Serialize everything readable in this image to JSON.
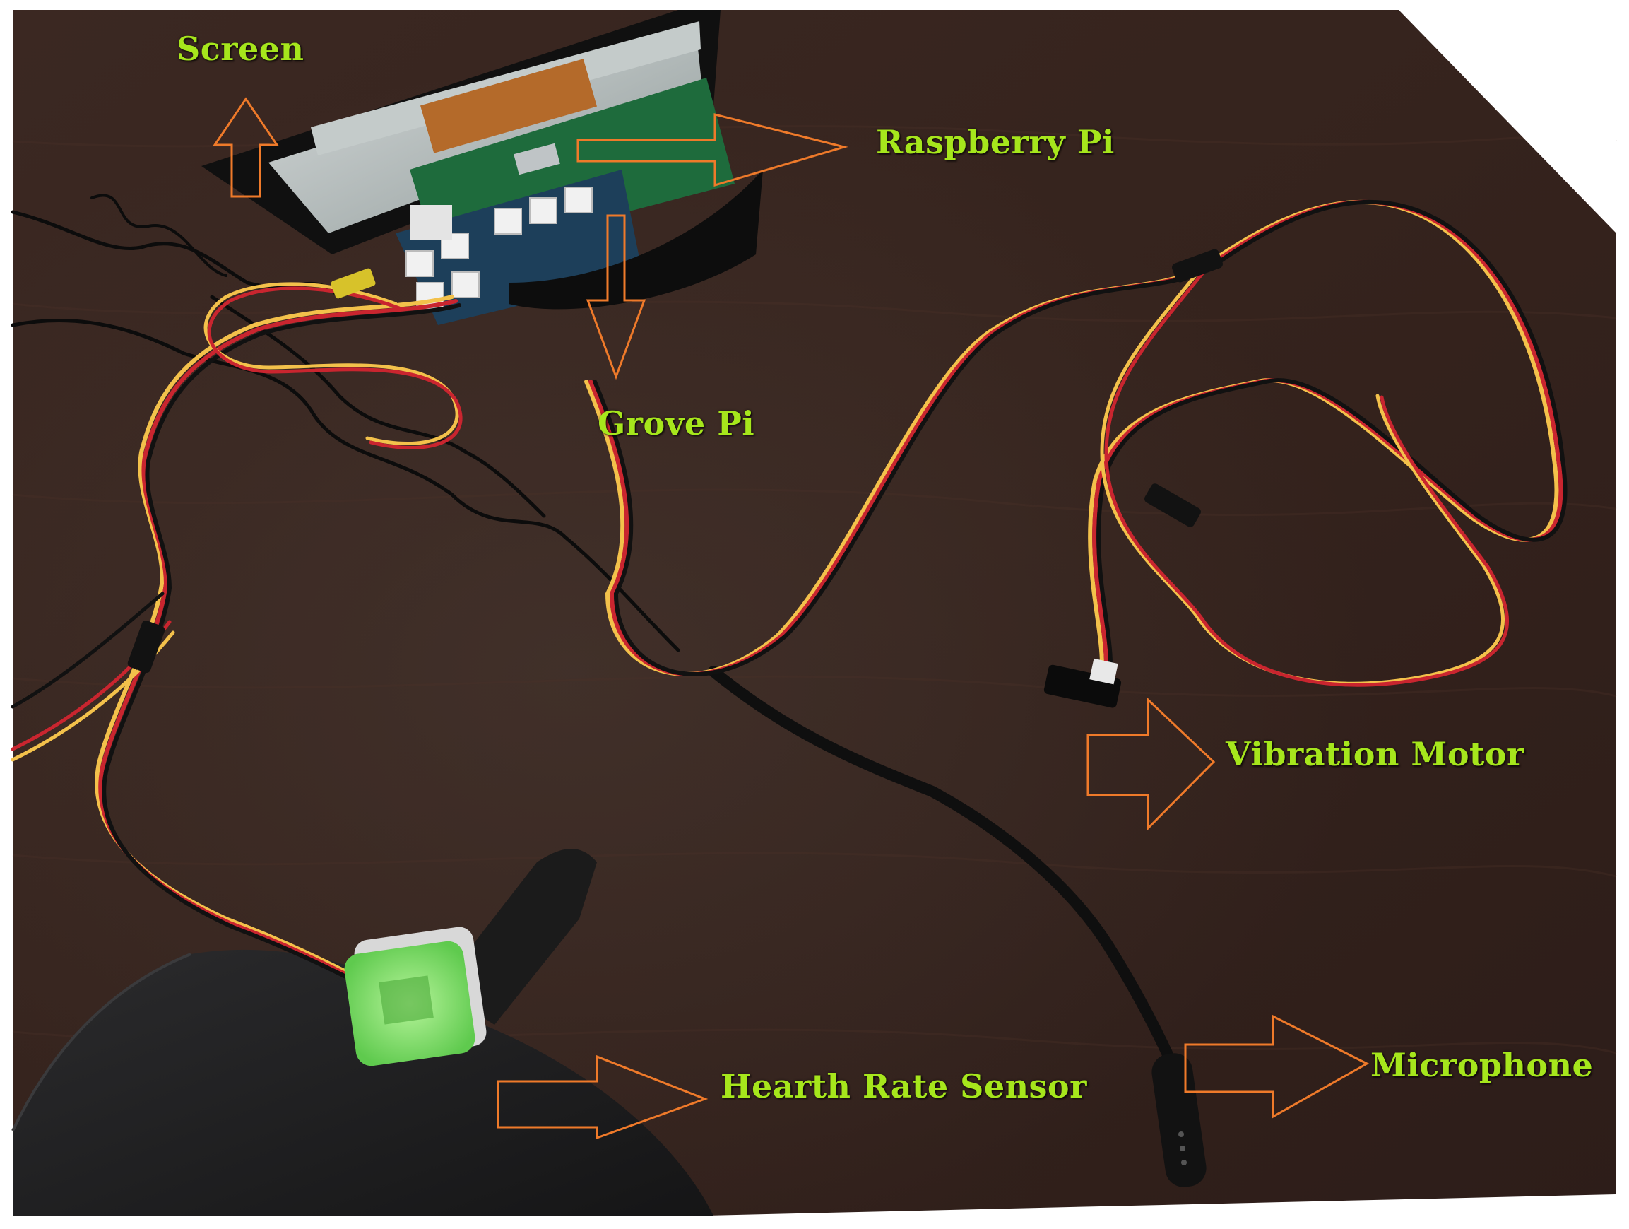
{
  "labels": {
    "screen": "Screen",
    "raspberry_pi": "Raspberry Pi",
    "grove_pi": "Grove Pi",
    "vibration_motor": "Vibration Motor",
    "microphone": "Microphone",
    "heart_rate_sensor": "Hearth Rate Sensor"
  },
  "colors": {
    "label_text": "#a6e61c",
    "arrow_outline": "#ef7a2a",
    "table": "#3a2620",
    "cable_red": "#c9252f",
    "cable_yellow": "#f3c14b",
    "cable_black": "#111111",
    "sensor_green": "#7ee06a"
  }
}
